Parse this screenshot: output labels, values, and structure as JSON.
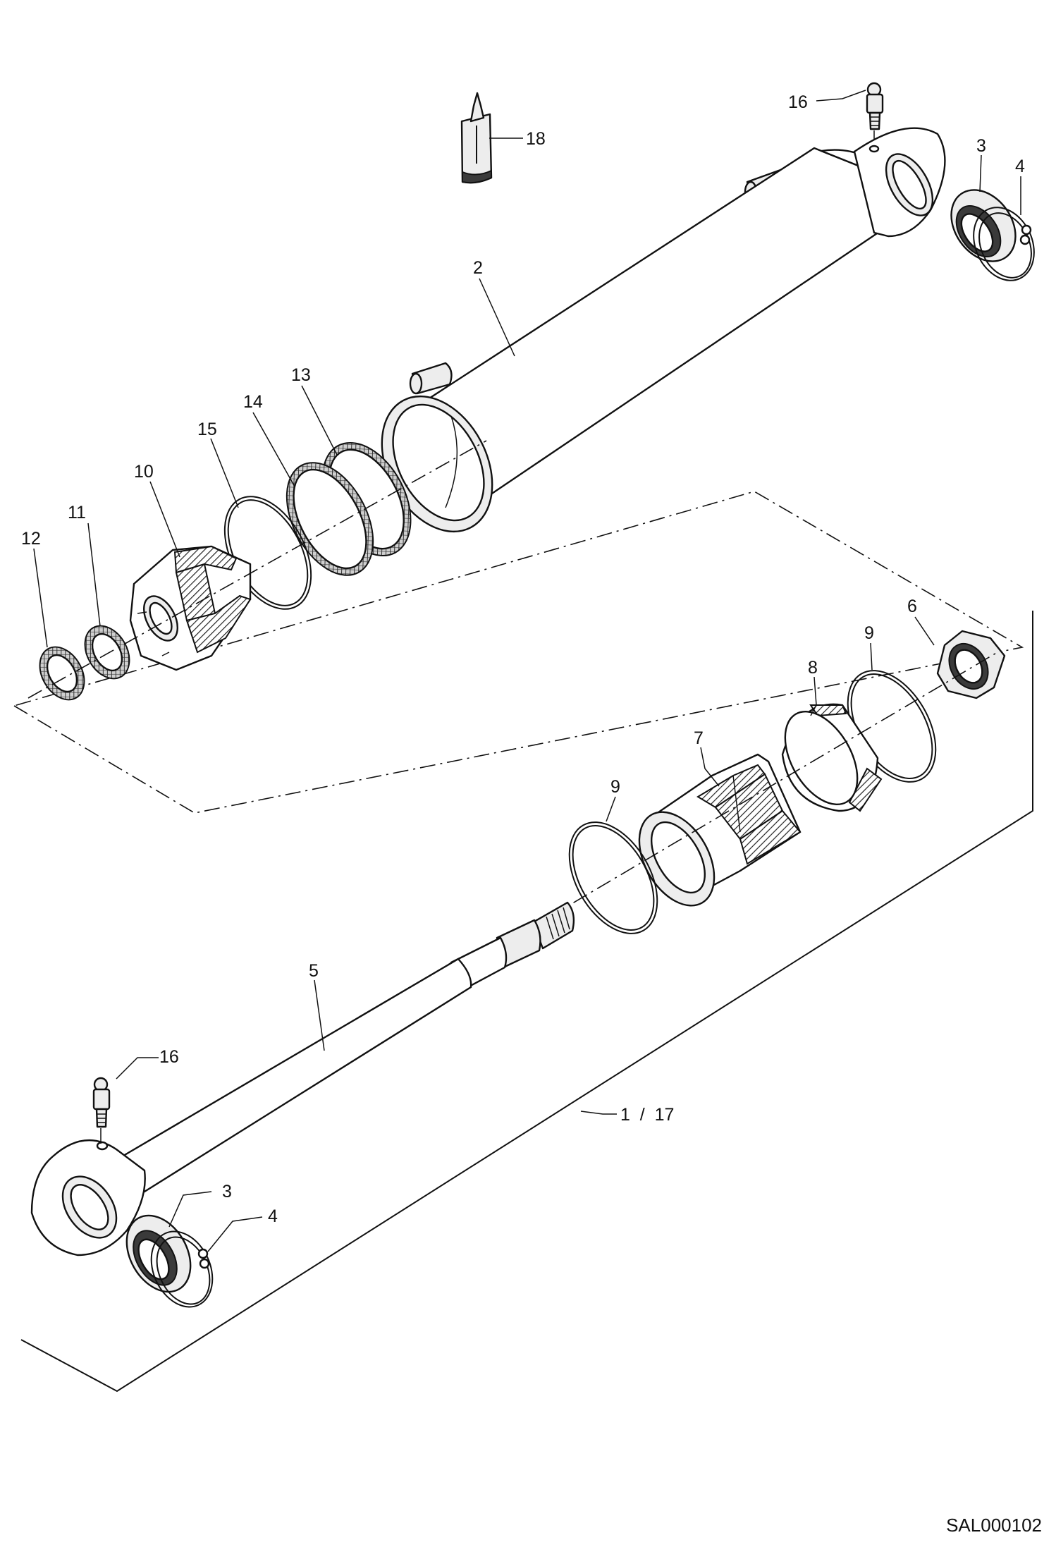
{
  "drawing": {
    "code": "SAL000102",
    "assembly_label": "1  /  17",
    "callouts": [
      {
        "id": "c16a",
        "text": "16"
      },
      {
        "id": "c18",
        "text": "18"
      },
      {
        "id": "c3a",
        "text": "3"
      },
      {
        "id": "c4a",
        "text": "4"
      },
      {
        "id": "c2",
        "text": "2"
      },
      {
        "id": "c13",
        "text": "13"
      },
      {
        "id": "c14",
        "text": "14"
      },
      {
        "id": "c15",
        "text": "15"
      },
      {
        "id": "c10",
        "text": "10"
      },
      {
        "id": "c11",
        "text": "11"
      },
      {
        "id": "c12",
        "text": "12"
      },
      {
        "id": "c6",
        "text": "6"
      },
      {
        "id": "c9a",
        "text": "9"
      },
      {
        "id": "c8",
        "text": "8"
      },
      {
        "id": "c7",
        "text": "7"
      },
      {
        "id": "c9b",
        "text": "9"
      },
      {
        "id": "c5",
        "text": "5"
      },
      {
        "id": "c16b",
        "text": "16"
      },
      {
        "id": "c3b",
        "text": "3"
      },
      {
        "id": "c4b",
        "text": "4"
      }
    ]
  }
}
